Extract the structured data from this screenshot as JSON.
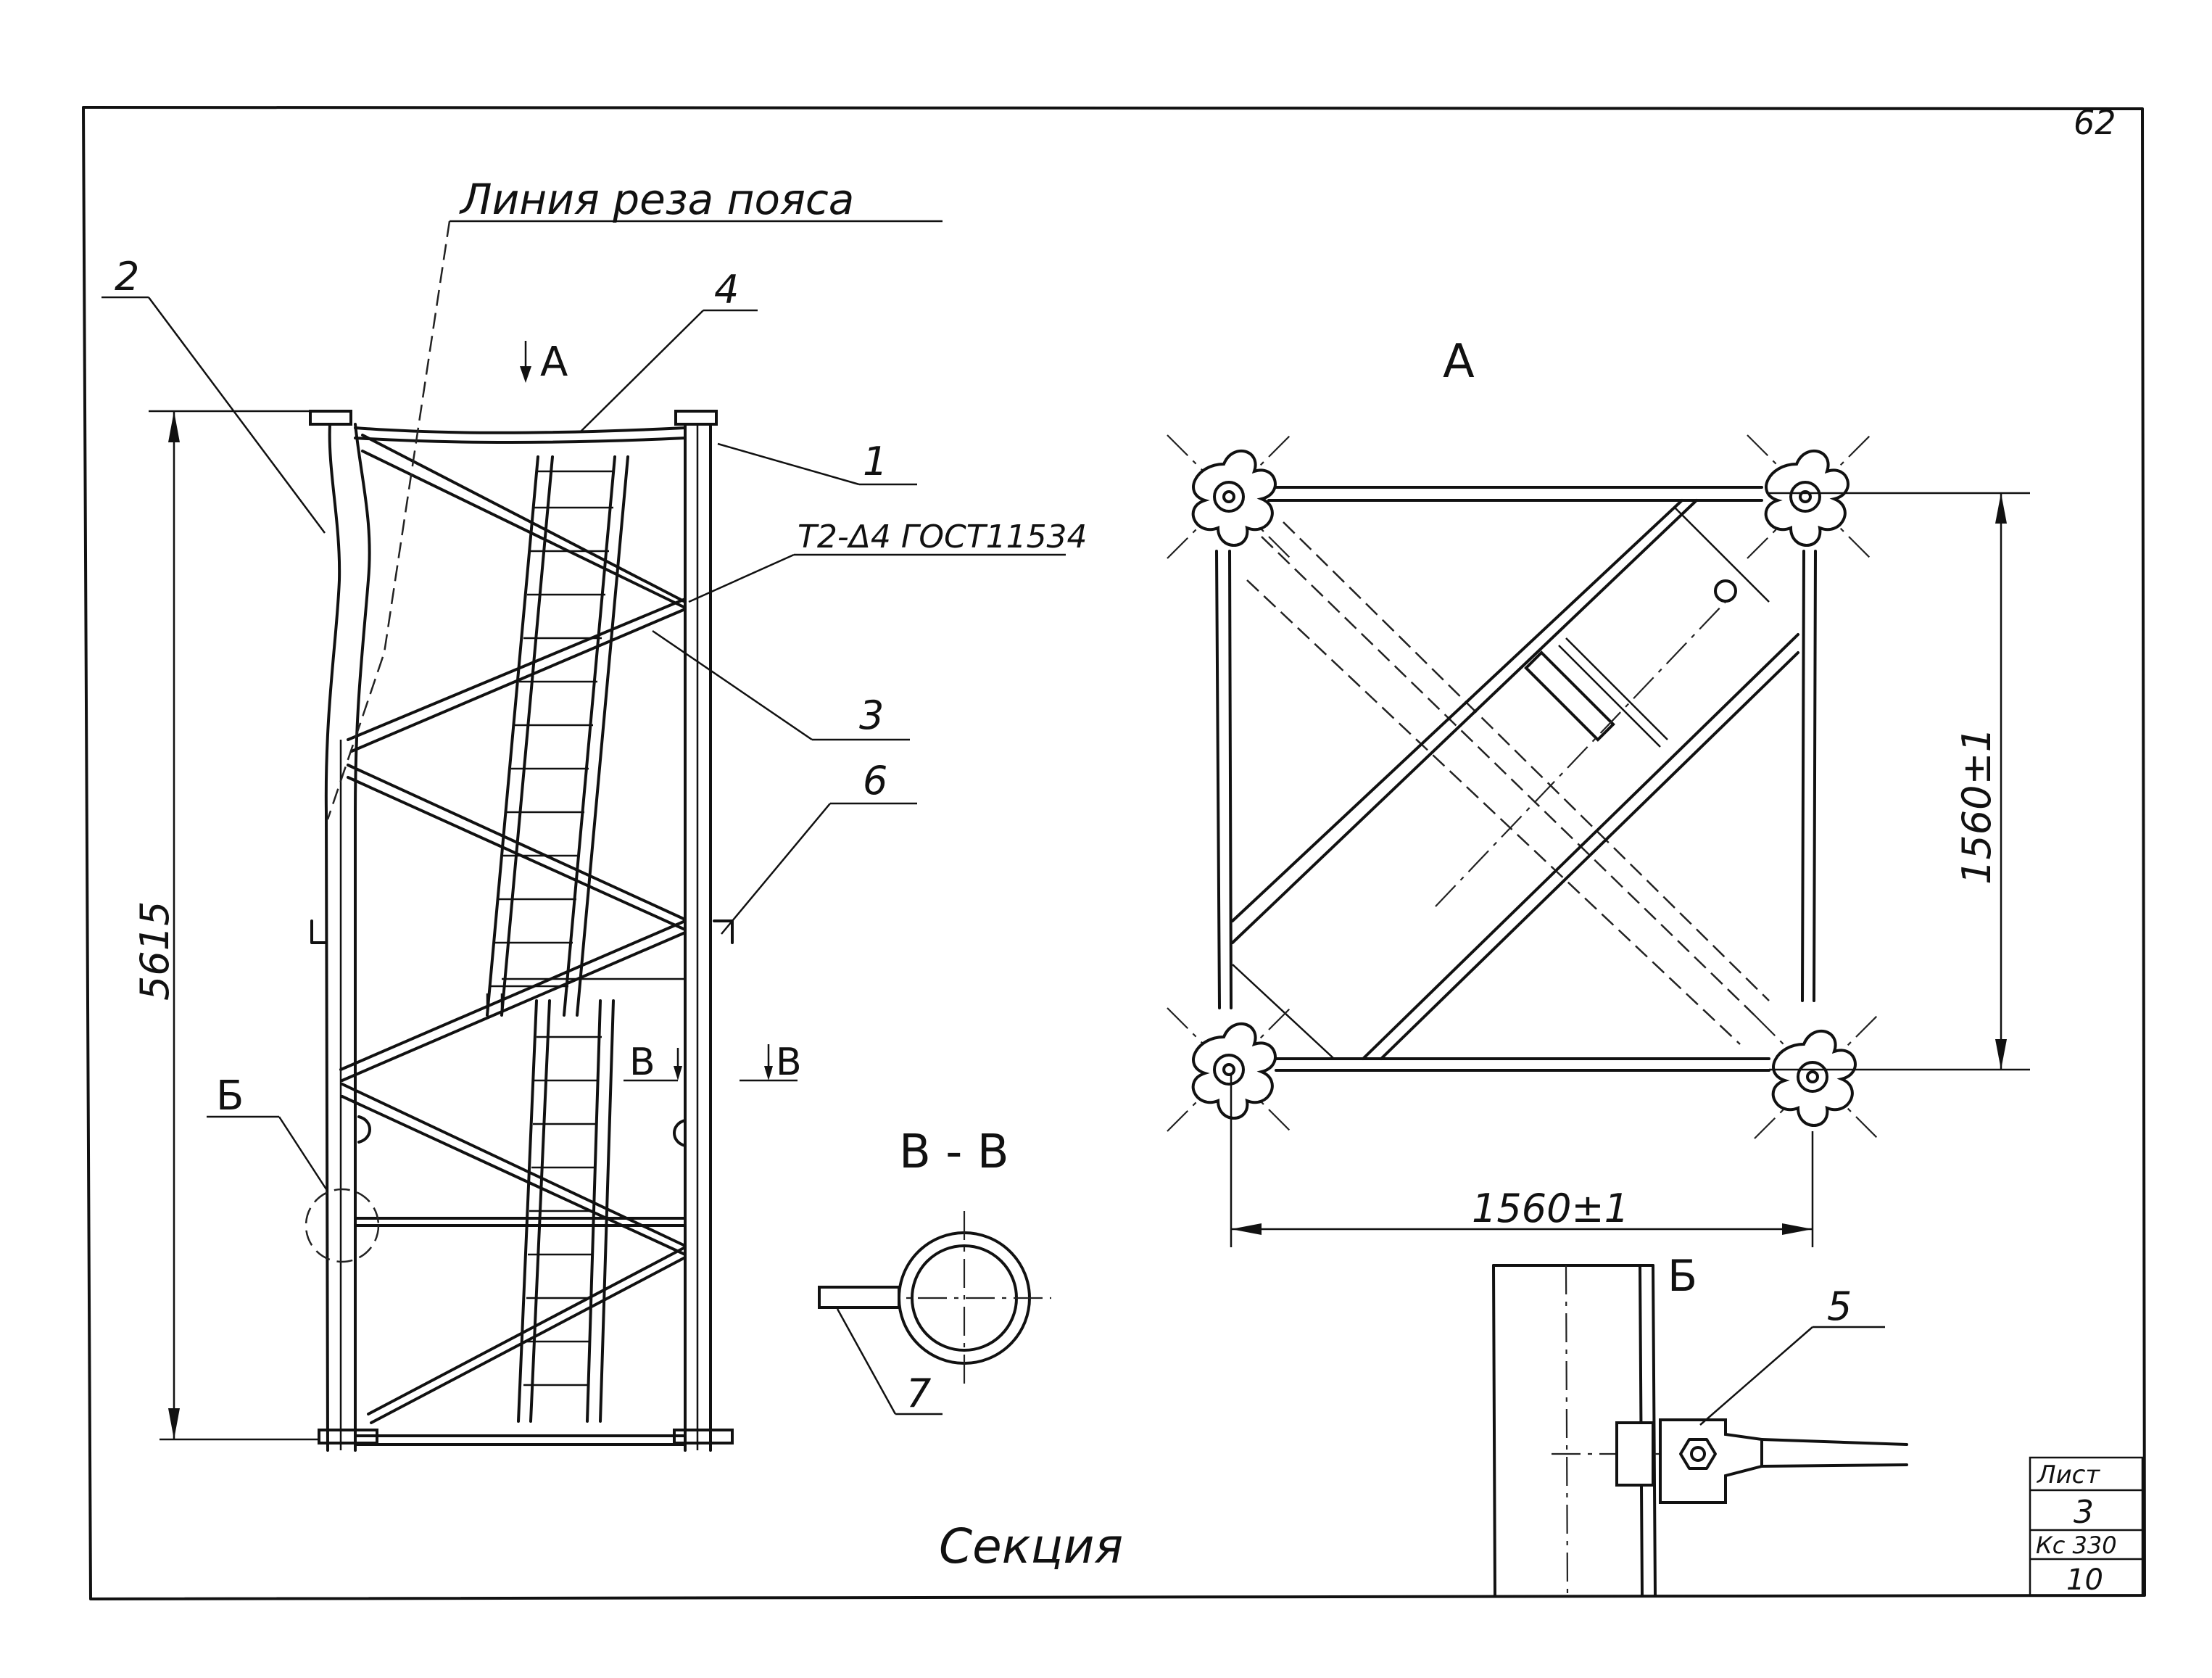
{
  "sheet_number": "62",
  "cut_line_label": "Линия реза пояса",
  "weld_label": "Т2-Δ4 ГОСТ11534",
  "callouts": [
    "1",
    "2",
    "3",
    "4",
    "5",
    "6",
    "7"
  ],
  "section_label": "Секция",
  "view_a": {
    "marker": "A",
    "title": "A"
  },
  "view_v": {
    "marker": "В",
    "title": "В - В"
  },
  "view_b": {
    "marker": "Б",
    "title": "Б"
  },
  "dimensions": {
    "height": "5615",
    "width_horizontal": "1560±1",
    "width_vertical": "1560±1"
  },
  "title_block": {
    "sheet_label": "Лист",
    "sheet_no": "3",
    "code": "Кс 330",
    "page": "10"
  }
}
